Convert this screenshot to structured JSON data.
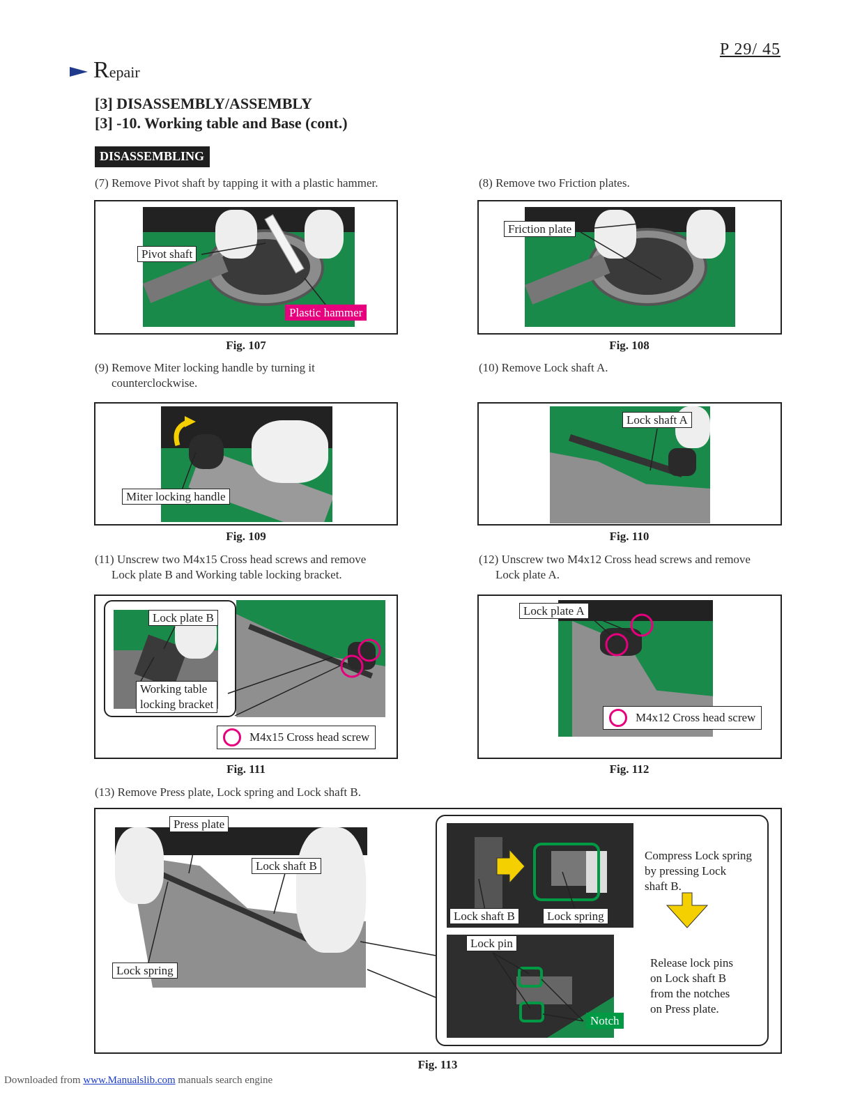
{
  "page_number": "P  29/ 45",
  "section": {
    "title_initial": "R",
    "title_rest": "epair"
  },
  "headings": [
    "[3] DISASSEMBLY/ASSEMBLY",
    "[3] -10. Working table and Base (cont.)"
  ],
  "badge": "DISASSEMBLING",
  "steps": {
    "s7": "(7) Remove Pivot shaft by tapping it with a plastic hammer.",
    "s8": "(8) Remove two Friction plates.",
    "s9_a": "(9) Remove Miter locking handle by turning it",
    "s9_b": "counterclockwise.",
    "s10": "(10) Remove Lock shaft A.",
    "s11_a": "(11) Unscrew two M4x15 Cross head screws and remove",
    "s11_b": "Lock plate B and Working table locking bracket.",
    "s12_a": "(12) Unscrew two M4x12 Cross head screws and remove",
    "s12_b": "Lock plate A.",
    "s13": "(13) Remove Press plate, Lock spring and Lock shaft B."
  },
  "figures": {
    "f107": {
      "caption": "Fig. 107",
      "labels": {
        "pivot": "Pivot shaft",
        "hammer": "Plastic hammer"
      }
    },
    "f108": {
      "caption": "Fig. 108",
      "labels": {
        "friction": "Friction plate"
      }
    },
    "f109": {
      "caption": "Fig. 109",
      "labels": {
        "handle": "Miter locking handle"
      }
    },
    "f110": {
      "caption": "Fig. 110",
      "labels": {
        "shaftA": "Lock shaft A"
      }
    },
    "f111": {
      "caption": "Fig. 111",
      "labels": {
        "plateB": "Lock plate B",
        "bracket_a": "Working table",
        "bracket_b": "locking bracket",
        "legend": "M4x15 Cross head screw"
      }
    },
    "f112": {
      "caption": "Fig. 112",
      "labels": {
        "plateA": "Lock plate A",
        "legend": "M4x12 Cross head screw"
      }
    },
    "f113": {
      "caption": "Fig. 113",
      "labels": {
        "press": "Press plate",
        "shaftB": "Lock shaft B",
        "spring": "Lock spring",
        "shaftB2": "Lock shaft B",
        "spring2": "Lock spring",
        "pin": "Lock pin",
        "notch": "Notch"
      },
      "note1": [
        "Compress Lock spring",
        "by pressing Lock",
        "shaft B."
      ],
      "note2": [
        "Release lock pins",
        "on Lock shaft B",
        "from the notches",
        "on Press plate."
      ]
    }
  },
  "footer": {
    "prefix": "Downloaded from ",
    "link": "www.Manualslib.com",
    "suffix": " manuals search engine"
  },
  "colors": {
    "accent_pink": "#e6007e",
    "accent_green": "#009944",
    "arrow_yellow": "#f5d000",
    "mat_green": "#1a8a4a",
    "title_blue": "#1f3a8a"
  }
}
